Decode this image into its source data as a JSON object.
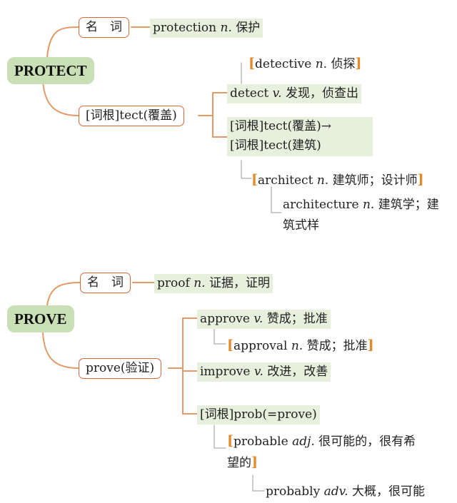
{
  "protect": {
    "root": "PROTECT",
    "noun_box": "名　词",
    "noun_item": {
      "word": "protection",
      "pos": "n.",
      "meaning": "保护"
    },
    "root_box": "[词根]tect(覆盖)",
    "detect": {
      "word": "detect",
      "pos": "v.",
      "meaning": "发现，侦查出"
    },
    "detective": {
      "word": "detective",
      "pos": "n.",
      "meaning": "侦探"
    },
    "root_chain_1": "[词根]tect(覆盖)→",
    "root_chain_2": "[词根]tect(建筑)",
    "architect": {
      "word": "architect",
      "pos": "n.",
      "meaning": "建筑师；设计师"
    },
    "architecture": {
      "word": "architecture",
      "pos": "n.",
      "meaning_1": "建筑学；建",
      "meaning_2": "筑式样"
    }
  },
  "prove": {
    "root": "PROVE",
    "noun_box": "名　词",
    "noun_item": {
      "word": "proof",
      "pos": "n.",
      "meaning": "证据，证明"
    },
    "root_box": "prove(验证)",
    "approve": {
      "word": "approve",
      "pos": "v.",
      "meaning": "赞成；批准"
    },
    "approval": {
      "word": "approval",
      "pos": "n.",
      "meaning": "赞成；批准"
    },
    "improve": {
      "word": "improve",
      "pos": "v.",
      "meaning": "改进，改善"
    },
    "prob_root": "[词根]prob(=prove)",
    "probable": {
      "word": "probable",
      "pos": "adj.",
      "meaning_1": "很可能的，很有希",
      "meaning_2": "望的"
    },
    "probably": {
      "word": "probably",
      "pos": "adv.",
      "meaning": "大概，很可能"
    }
  },
  "colors": {
    "connector": "#e29a68",
    "box_border": "#d46a3a",
    "highlight": "#e6f0dd",
    "root_fill": "#c9dfb6",
    "bracket": "#e38a2a"
  }
}
